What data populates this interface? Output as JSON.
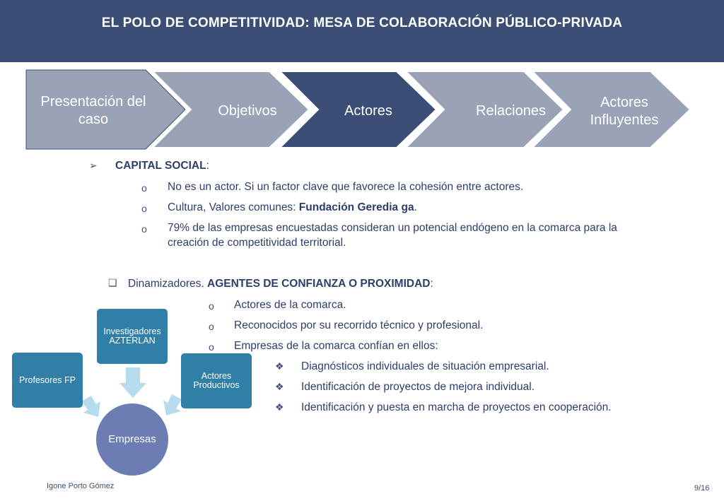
{
  "header": {
    "title": "EL POLO DE COMPETITIVIDAD: MESA DE COLABORACIÓN PÚBLICO-PRIVADA"
  },
  "process": {
    "steps": [
      {
        "line1": "Presentación del",
        "line2": "caso"
      },
      {
        "line1": "Objetivos"
      },
      {
        "line1": "Actores"
      },
      {
        "line1": "Relaciones"
      },
      {
        "line1": "Actores",
        "line2": "Influyentes"
      }
    ],
    "active_color": "#3b4e75",
    "inactive_color": "#9aa2b6"
  },
  "capital_social": {
    "bullet": "➢",
    "title": "CAPITAL SOCIAL",
    "colon": ":",
    "items": [
      {
        "text": "No es un actor. Si un factor clave que favorece la cohesión entre actores."
      },
      {
        "prefix": "Cultura, Valores comunes: ",
        "bold": "Fundación Geredia ga",
        "suffix": "."
      },
      {
        "line1": "79% de las empresas encuestadas consideran un potencial endógeno en la comarca para la",
        "line2": "creación de competitividad territorial."
      }
    ]
  },
  "dinamizadores": {
    "bullet": "❑",
    "prefix": "Dinamizadores. ",
    "bold": "AGENTES DE CONFIANZA O PROXIMIDAD",
    "colon": ":",
    "items": [
      "Actores de la comarca.",
      "Reconocidos por su recorrido técnico y profesional.",
      "Empresas de la comarca confían en ellos:"
    ],
    "subitems": [
      "Diagnósticos individuales de situación empresarial.",
      "Identificación de proyectos de mejora individual.",
      "Identificación y puesta en marcha de proyectos en cooperación."
    ]
  },
  "diagram": {
    "center": "Empresas",
    "nodes": [
      {
        "line1": "Investigadores",
        "line2": "AZTERLAN"
      },
      {
        "line1": "Profesores FP"
      },
      {
        "line1": "Actores",
        "line2": "Productivos"
      }
    ],
    "box_color": "#2f7fa6",
    "center_color": "#6b7db3",
    "arrow_color": "#b7dcee"
  },
  "footer": {
    "author": "Igone Porto Gómez",
    "page": "9/16"
  }
}
